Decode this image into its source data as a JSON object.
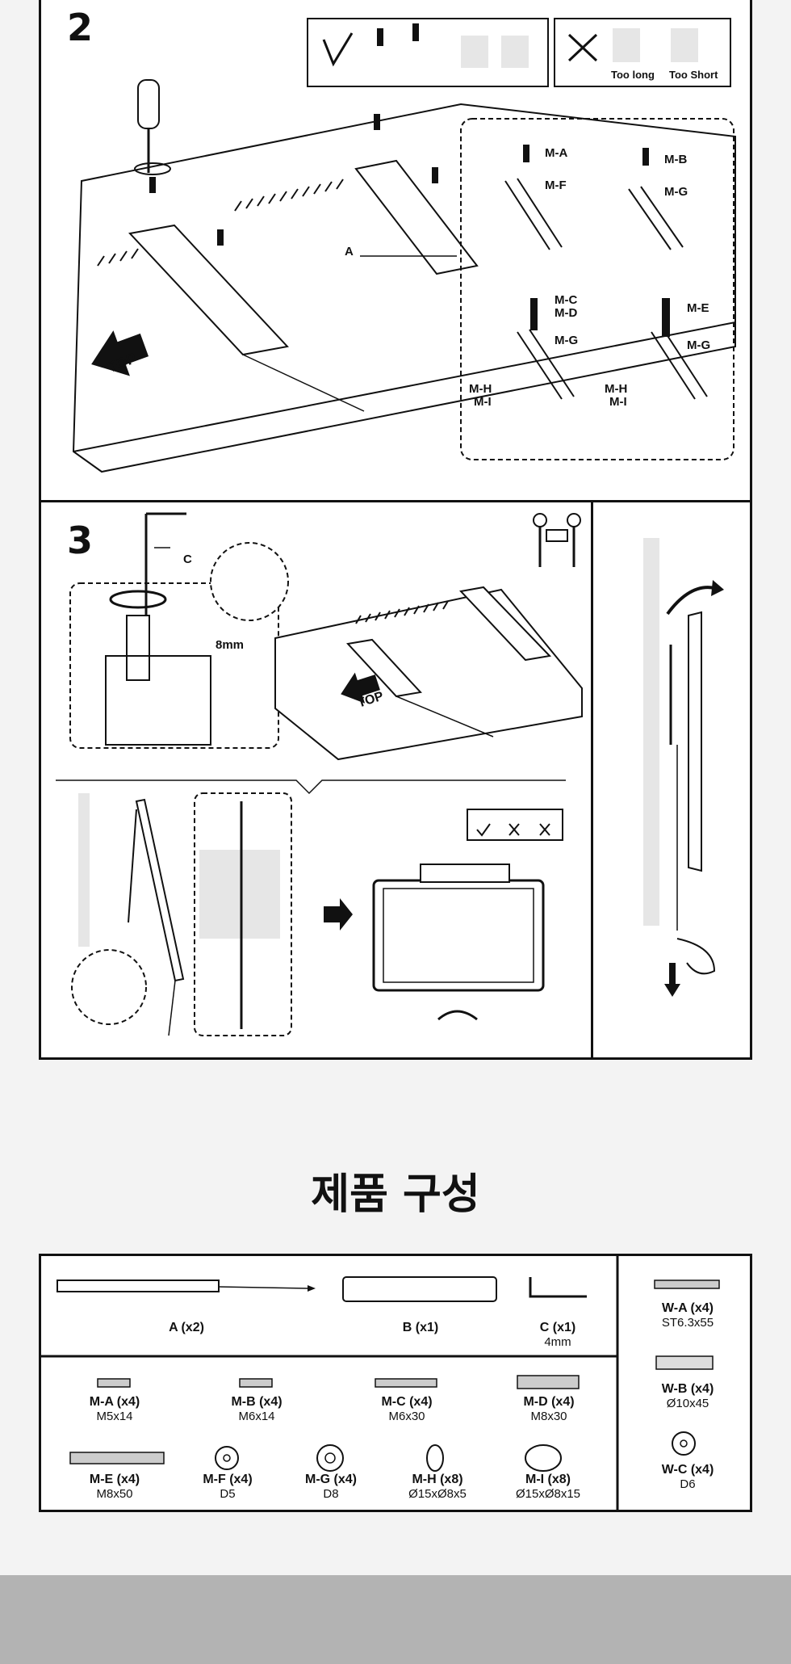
{
  "step2": {
    "number": "2",
    "check_labels": {
      "too_long": "Too long",
      "too_short": "Too Short"
    },
    "top_label": "TOP",
    "bracket_label": "A",
    "screw_labels": {
      "a": "M-A",
      "f": "M-F",
      "b": "M-B",
      "g1": "M-G",
      "c": "M-C",
      "d": "M-D",
      "g2": "M-G",
      "h1": "M-H",
      "i1": "M-I",
      "e": "M-E",
      "g3": "M-G",
      "h2": "M-H",
      "i2": "M-I"
    }
  },
  "step3": {
    "number": "3",
    "key_label": "C",
    "gap_label": "8mm",
    "top_label": "TOP"
  },
  "components": {
    "heading": "제품 구성",
    "items": [
      {
        "name": "A (x2)",
        "spec": ""
      },
      {
        "name": "B (x1)",
        "spec": ""
      },
      {
        "name": "C (x1)",
        "spec": "4mm"
      },
      {
        "name": "W-A (x4)",
        "spec": "ST6.3x55"
      },
      {
        "name": "W-B (x4)",
        "spec": "Ø10x45"
      },
      {
        "name": "W-C (x4)",
        "spec": "D6"
      },
      {
        "name": "M-A (x4)",
        "spec": "M5x14"
      },
      {
        "name": "M-B (x4)",
        "spec": "M6x14"
      },
      {
        "name": "M-C (x4)",
        "spec": "M6x30"
      },
      {
        "name": "M-D (x4)",
        "spec": "M8x30"
      },
      {
        "name": "M-E (x4)",
        "spec": "M8x50"
      },
      {
        "name": "M-F (x4)",
        "spec": "D5"
      },
      {
        "name": "M-G (x4)",
        "spec": "D8"
      },
      {
        "name": "M-H (x8)",
        "spec": "Ø15xØ8x5"
      },
      {
        "name": "M-I (x8)",
        "spec": "Ø15xØ8x15"
      }
    ]
  }
}
